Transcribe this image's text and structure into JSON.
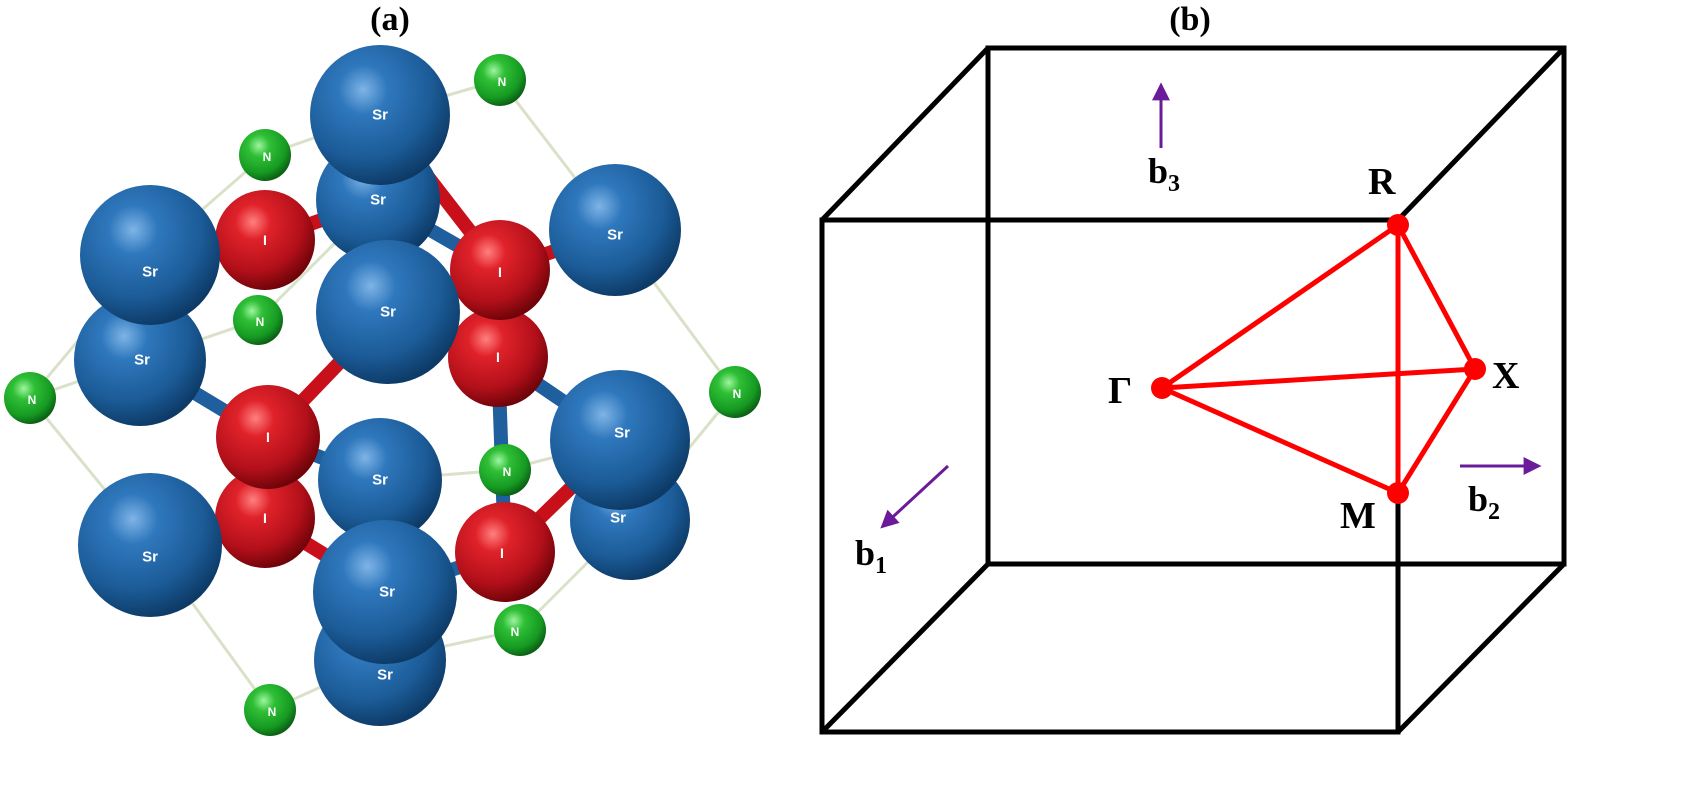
{
  "panels": {
    "a": {
      "label": "(a)"
    },
    "b": {
      "label": "(b)"
    }
  },
  "atoms": {
    "sr": {
      "label": "Sr",
      "color": "#1f5f9e"
    },
    "i": {
      "label": "I",
      "color": "#c8101a"
    },
    "n": {
      "label": "N",
      "color": "#22a52e"
    }
  },
  "bz_points": {
    "gamma": "Γ",
    "x": "X",
    "m": "M",
    "r": "R"
  },
  "vectors": {
    "b1": {
      "base": "b",
      "sub": "1"
    },
    "b2": {
      "base": "b",
      "sub": "2"
    },
    "b3": {
      "base": "b",
      "sub": "3"
    }
  },
  "colors": {
    "path": "#ff0000",
    "vector": "#6a1b9a",
    "cube": "#000000",
    "bond": "#d9e2c8"
  }
}
